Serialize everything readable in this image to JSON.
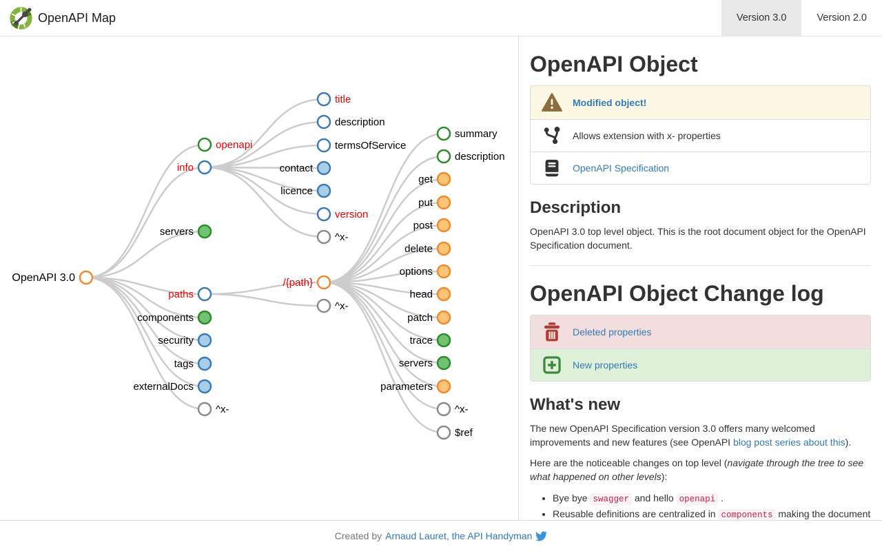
{
  "header": {
    "brand": "OpenAPI Map",
    "tabs": [
      {
        "label": "Version 3.0",
        "active": true
      },
      {
        "label": "Version 2.0",
        "active": false
      }
    ]
  },
  "tree": {
    "nodes": [
      {
        "label": "OpenAPI 3.0"
      },
      {
        "label": "openapi"
      },
      {
        "label": "info"
      },
      {
        "label": "servers"
      },
      {
        "label": "paths"
      },
      {
        "label": "components"
      },
      {
        "label": "security"
      },
      {
        "label": "tags"
      },
      {
        "label": "externalDocs"
      },
      {
        "label": "^x-"
      },
      {
        "label": "title"
      },
      {
        "label": "description"
      },
      {
        "label": "termsOfService"
      },
      {
        "label": "contact"
      },
      {
        "label": "licence"
      },
      {
        "label": "version"
      },
      {
        "label": "^x-"
      },
      {
        "label": "/{path}"
      },
      {
        "label": "^x-"
      },
      {
        "label": "summary"
      },
      {
        "label": "description"
      },
      {
        "label": "get"
      },
      {
        "label": "put"
      },
      {
        "label": "post"
      },
      {
        "label": "delete"
      },
      {
        "label": "options"
      },
      {
        "label": "head"
      },
      {
        "label": "patch"
      },
      {
        "label": "trace"
      },
      {
        "label": "servers"
      },
      {
        "label": "parameters"
      },
      {
        "label": "^x-"
      },
      {
        "label": "$ref"
      }
    ]
  },
  "panel": {
    "title": "OpenAPI Object",
    "alerts": [
      {
        "icon": "warning-icon",
        "label": "Modified object!"
      },
      {
        "icon": "code-branch-icon",
        "label": "Allows extension with x- properties"
      },
      {
        "icon": "book-icon",
        "label": "OpenAPI Specification"
      }
    ],
    "description_heading": "Description",
    "description_text": "OpenAPI 3.0 top level object. This is the root document object for the OpenAPI Specification document.",
    "changelog_title": "OpenAPI Object Change log",
    "changelog_items": [
      {
        "icon": "trash-icon",
        "label": "Deleted properties"
      },
      {
        "icon": "plus-square-icon",
        "label": "New properties"
      }
    ],
    "whats_new_heading": "What's new",
    "whats_new_p1_before": "The new OpenAPI Specification version 3.0 offers many welcomed improvements and new features (see OpenAPI ",
    "whats_new_p1_link": "blog post series about this",
    "whats_new_p1_after": ").",
    "changes_intro_before": "Here are the noticeable changes on top level (",
    "changes_intro_italic": "navigate through the tree to see what happened on other levels",
    "changes_intro_after": "):",
    "bullets": [
      {
        "t1": "Bye bye ",
        "code1": "swagger",
        "t2": " and hello ",
        "code2": "openapi",
        "t3": " ."
      },
      {
        "t1": "Reusable definitions are centralized in ",
        "code1": "components",
        "t2": " making the document more consistent (the previous version mixed reusable and"
      }
    ]
  },
  "footer": {
    "prefix": "Created by ",
    "author": "Arnaud Lauret, the API Handyman"
  },
  "colors": {
    "node_blue_stroke": "#3d7ab3",
    "node_blue_fill": "#a9cfe8",
    "node_green_stroke": "#2c8c2c",
    "node_green_fill": "#71c371",
    "node_orange_stroke": "#f08a2e",
    "node_orange_fill": "#fdc376",
    "node_gray_stroke": "#8a8a8a",
    "tree_link": "#cccccc",
    "modified_label_red": "#f00000",
    "hyperlink_blue": "#337ab7",
    "warning_bg": "#fcf8e3",
    "danger_bg": "#f2dede",
    "success_bg": "#dff0d8",
    "warning_icon": "#8a6d3b",
    "trash_icon": "#b23b34",
    "plus_icon": "#3c8a3c",
    "twitter_blue": "#3b94d9",
    "active_tab_bg": "#e8e8e8"
  }
}
